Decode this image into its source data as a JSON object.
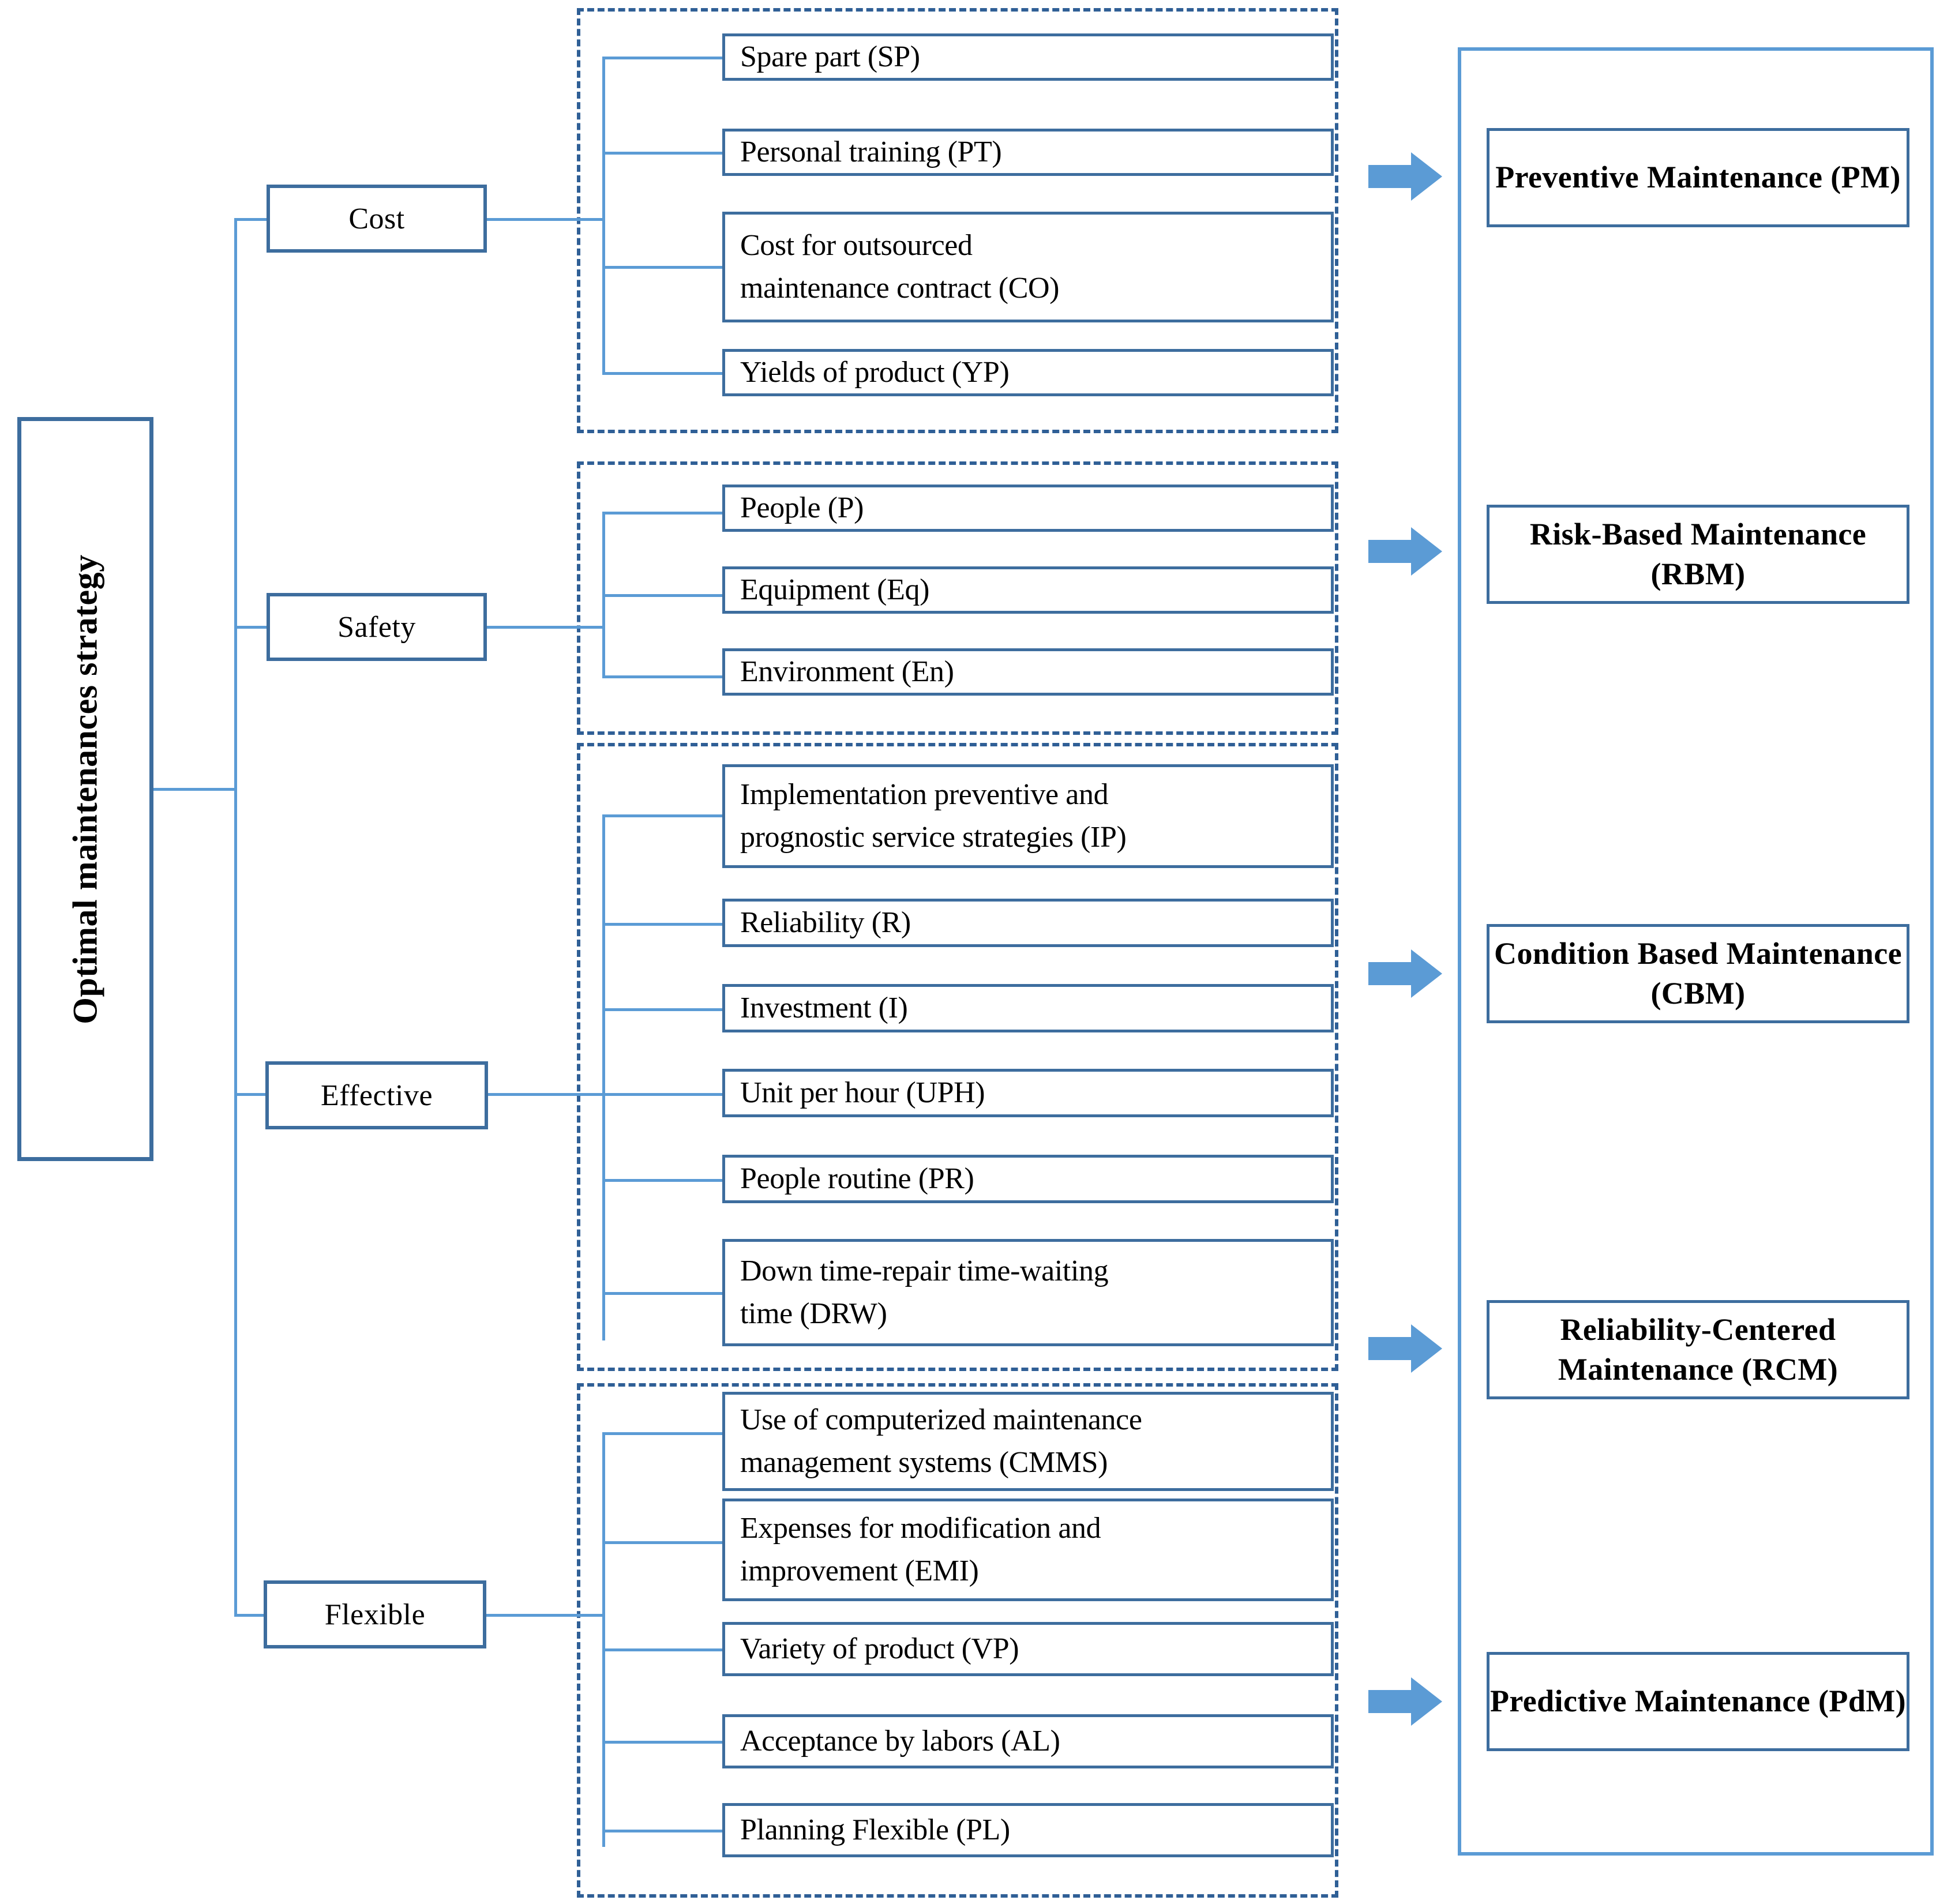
{
  "diagram": {
    "title_box": {
      "label": "Optimal maintenances strategy"
    },
    "criteria": [
      {
        "label": "Cost"
      },
      {
        "label": "Safety"
      },
      {
        "label": "Effective"
      },
      {
        "label": "Flexible"
      }
    ],
    "groups": [
      {
        "name": "cost-group",
        "items": [
          {
            "line1": "Spare part (SP)",
            "line2": ""
          },
          {
            "line1": "Personal training (PT)",
            "line2": ""
          },
          {
            "line1": "Cost for outsourced",
            "line2": "maintenance contract (CO)"
          },
          {
            "line1": "Yields of product (YP)",
            "line2": ""
          }
        ]
      },
      {
        "name": "safety-group",
        "items": [
          {
            "line1": "People (P)",
            "line2": ""
          },
          {
            "line1": "Equipment (Eq)",
            "line2": ""
          },
          {
            "line1": "Environment (En)",
            "line2": ""
          }
        ]
      },
      {
        "name": "effective-group",
        "items": [
          {
            "line1": "Implementation  preventive  and",
            "line2": "prognostic service strategies (IP)"
          },
          {
            "line1": "Reliability (R)",
            "line2": ""
          },
          {
            "line1": "Investment (I)",
            "line2": ""
          },
          {
            "line1": "Unit per hour (UPH)",
            "line2": ""
          },
          {
            "line1": "People routine (PR)",
            "line2": ""
          },
          {
            "line1": "Down time-repair time-waiting",
            "line2": "time (DRW)"
          }
        ]
      },
      {
        "name": "flexible-group",
        "items": [
          {
            "line1": "Use of computerized maintenance",
            "line2": "management systems (CMMS)"
          },
          {
            "line1": "Expenses for modification and",
            "line2": "improvement (EMI)"
          },
          {
            "line1": "Variety of product (VP)",
            "line2": ""
          },
          {
            "line1": "Acceptance by labors (AL)",
            "line2": ""
          },
          {
            "line1": "Planning Flexible (PL)",
            "line2": ""
          }
        ]
      }
    ],
    "strategies": [
      {
        "line1": "Preventive",
        "line2": "Maintenance (PM)"
      },
      {
        "line1": "Risk-Based",
        "line2": "Maintenance (RBM)"
      },
      {
        "line1": "Condition Based",
        "line2": "Maintenance (CBM)"
      },
      {
        "line1": "Reliability-Centered",
        "line2": "Maintenance (RCM)"
      },
      {
        "line1": "Predictive",
        "line2": "Maintenance (PdM)"
      }
    ],
    "colors": {
      "box_border": "#3d6d9e",
      "connector": "#5b9bd5",
      "group_border": "#2f5f96",
      "arrow_fill": "#5b9bd5",
      "text": "#000000",
      "background": "#ffffff"
    }
  }
}
